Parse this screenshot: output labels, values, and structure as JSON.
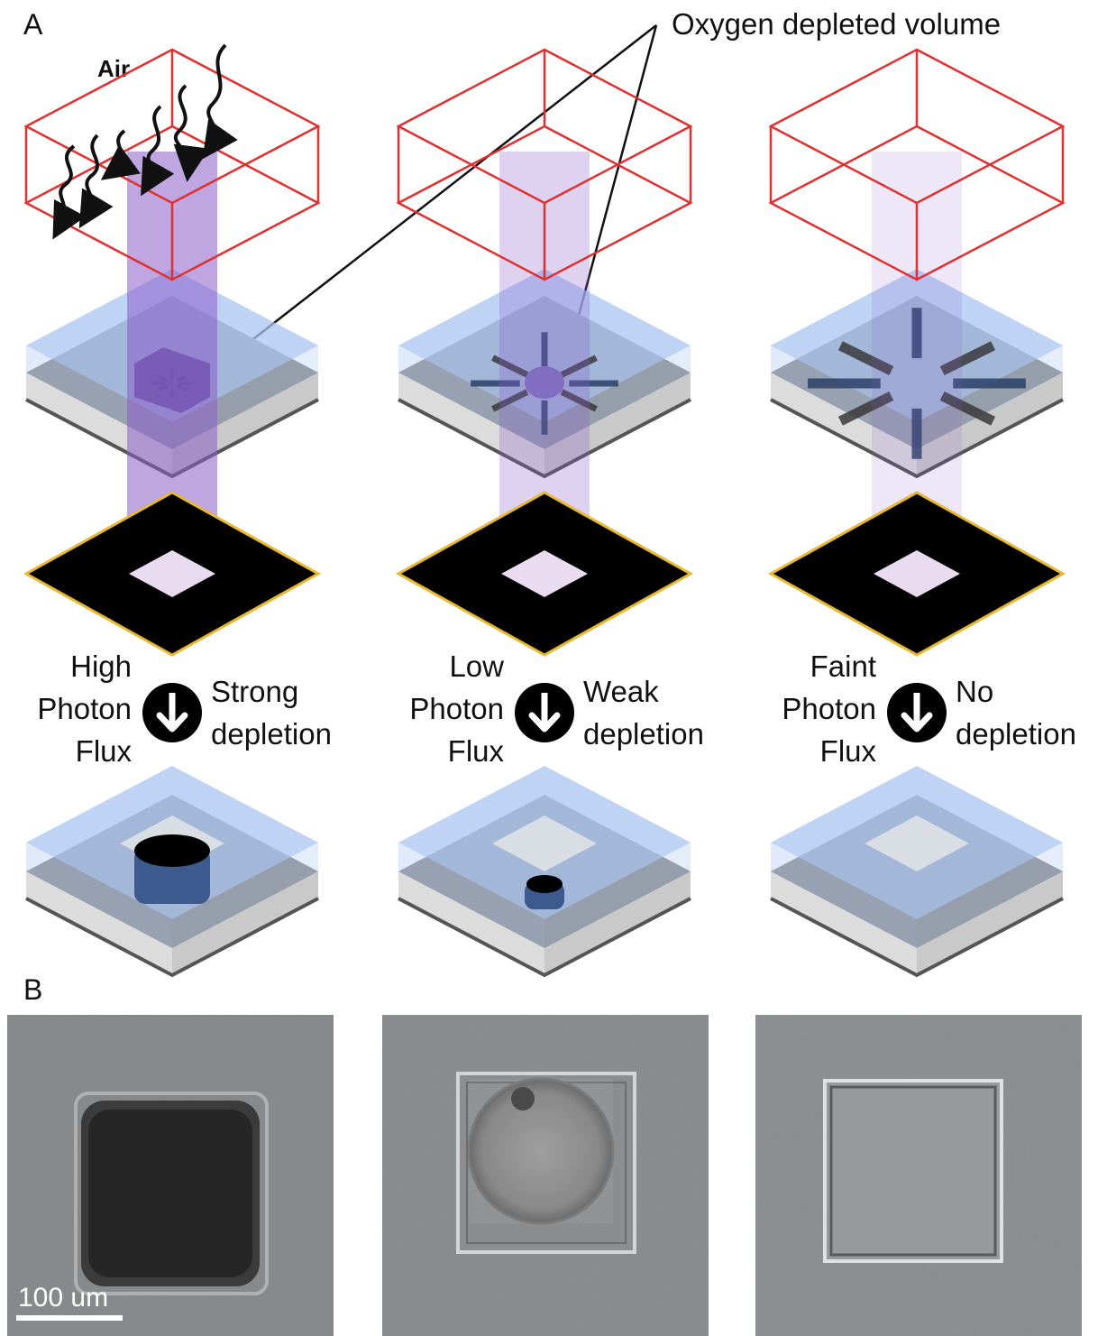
{
  "figure": {
    "panel_a_label": "A",
    "panel_b_label": "B",
    "air_label": "Air",
    "callout_label": "Oxygen depleted volume",
    "columns": [
      {
        "flux_lines": [
          "High",
          "Photon",
          "Flux"
        ],
        "result_lines": [
          "Strong",
          "depletion"
        ],
        "beam_opacity": 0.55,
        "polymer_size": "large"
      },
      {
        "flux_lines": [
          "Low",
          "Photon",
          "Flux"
        ],
        "result_lines": [
          "Weak",
          "depletion"
        ],
        "beam_opacity": 0.28,
        "polymer_size": "small"
      },
      {
        "flux_lines": [
          "Faint",
          "Photon",
          "Flux"
        ],
        "result_lines": [
          "No",
          "depletion"
        ],
        "beam_opacity": 0.15,
        "polymer_size": "none"
      }
    ],
    "scale_bar_label": "100 um",
    "colors": {
      "frame_red": "#e03030",
      "mask_border": "#e8b830",
      "beam_purple": "#8a5cc8",
      "glass_blue": "#a9c4f2",
      "arrow_navy": "#2a3f66",
      "polymer_blue": "#3c5a8e",
      "micrograph_gray": "#8a8c8e"
    },
    "icons": [
      "down-arrow-circle-icon",
      "air-flow-arrow-icon",
      "inflow-arrow-icon"
    ]
  }
}
